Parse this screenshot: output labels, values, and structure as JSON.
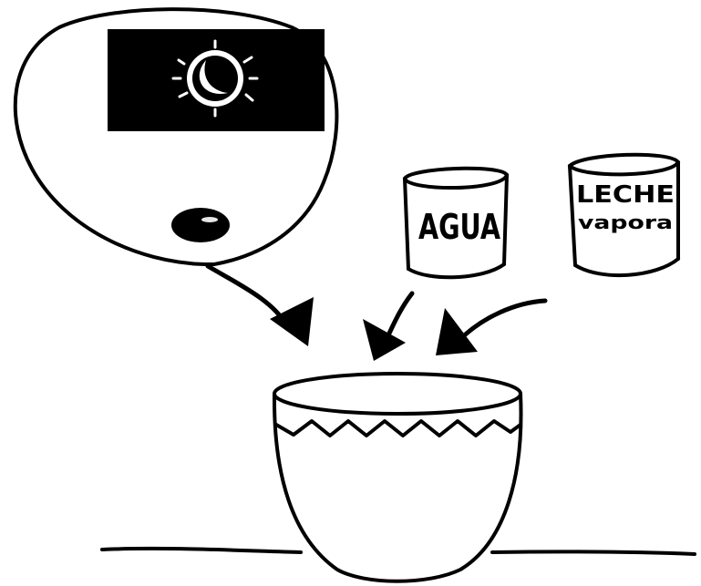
{
  "labels": {
    "water_can": "AGUA",
    "milk_can_line1": "LECHE",
    "milk_can_line2": "vapora"
  },
  "icons": {
    "thought_bubble_image": "moon-night-icon",
    "bowl_icon": "bowl-icon"
  },
  "colors": {
    "ink": "#000000",
    "background": "#ffffff"
  }
}
